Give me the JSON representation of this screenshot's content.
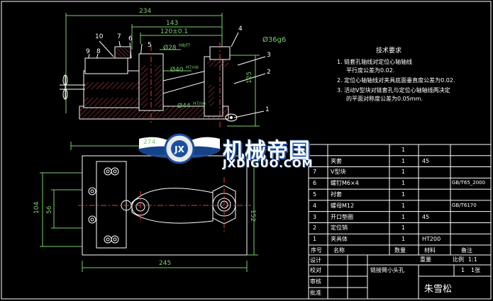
{
  "dimensions": {
    "d234": "234",
    "d143": "143",
    "d120": "120±0.1",
    "d36": "Ø36g6",
    "d28": "Ø28",
    "d28_tol": "H8/f7",
    "d40": "Ø40",
    "d40_tol": "H7/n6",
    "d44": "Ø44",
    "d44_tol": "H7/n6",
    "d125": "125",
    "d274": "274",
    "d104": "104",
    "d56": "56",
    "d152": "152",
    "d245": "245"
  },
  "balloons": [
    "10",
    "7",
    "6",
    "5",
    "9",
    "8",
    "4",
    "3",
    "2",
    "1"
  ],
  "tech_requirements": {
    "title": "技术要求",
    "items": [
      "1. 链套孔轴线对定位心轴轴线",
      "平行度公差为0.02.",
      "2. 定位心轴轴线对夹具底面垂直度公差为0.02.",
      "3. 活动V型块对链套孔与定位心轴轴线两决定",
      "的平面对称度公差为0.05mm."
    ]
  },
  "logo": {
    "name": "机械帝国",
    "url": "JXDIGUO.COM",
    "badge": "JX"
  },
  "bom": {
    "rows": [
      {
        "no": "",
        "name": "",
        "qty": "1",
        "material": "",
        "note": ""
      },
      {
        "no": "",
        "name": "夹套",
        "qty": "1",
        "material": "45",
        "note": ""
      },
      {
        "no": "7",
        "name": "V型块",
        "qty": "1",
        "material": "",
        "note": ""
      },
      {
        "no": "6",
        "name": "螺钉M6×4",
        "qty": "1",
        "material": "",
        "note": "GB/T65_2000"
      },
      {
        "no": "5",
        "name": "衬套",
        "qty": "1",
        "material": "",
        "note": ""
      },
      {
        "no": "4",
        "name": "螺母M12",
        "qty": "1",
        "material": "",
        "note": "GB/T6170"
      },
      {
        "no": "3",
        "name": "开口垫圈",
        "qty": "1",
        "material": "45",
        "note": ""
      },
      {
        "no": "2",
        "name": "定位销",
        "qty": "1",
        "material": "",
        "note": ""
      },
      {
        "no": "1",
        "name": "夹具体",
        "qty": "1",
        "material": "HT200",
        "note": ""
      }
    ],
    "header": {
      "no": "序号",
      "name": "名称",
      "qty": "数量",
      "material": "材料",
      "note": "备注"
    }
  },
  "title_block": {
    "drawing_name": "链接臂小头孔",
    "weight_label": "重量",
    "scale_label": "比例",
    "scale_value": "1:1",
    "sheet_value": "1张",
    "design_label": "设计",
    "check_label": "校对",
    "review_label": "审核",
    "approve_label": "批准",
    "author": "朱雪松",
    "sheet_mark": "1"
  },
  "colors": {
    "background": "#000000",
    "outline": "#ffffff",
    "dimension": "#7bd06b",
    "hatch": "#d24a4a",
    "center": "#e04040",
    "accent": "#e8e84a"
  }
}
